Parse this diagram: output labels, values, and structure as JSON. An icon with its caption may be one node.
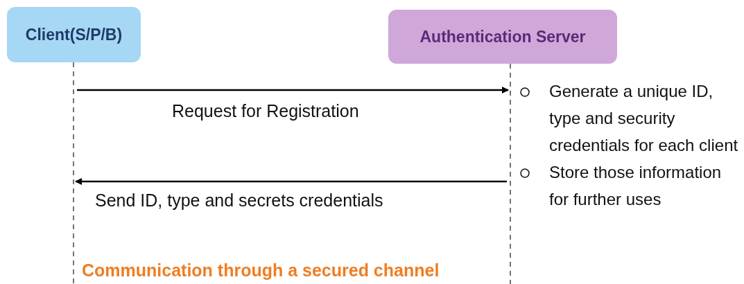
{
  "diagram": {
    "nodes": [
      {
        "text": [
          "Client(S/P/B)"
        ]
      },
      {
        "text": [
          "Authentication Server"
        ]
      }
    ],
    "edges": [
      {
        "from": 0,
        "to": 1,
        "arrow": "to",
        "label": "Request for Registration"
      },
      {
        "from": 1,
        "to": 0,
        "arrow": "to",
        "label": "Send ID, type and secrets credentials"
      }
    ],
    "labels": [
      "Generate a unique ID, type and security credentials for each client",
      "Store those information for further uses",
      "Communication through a secured channel"
    ]
  }
}
